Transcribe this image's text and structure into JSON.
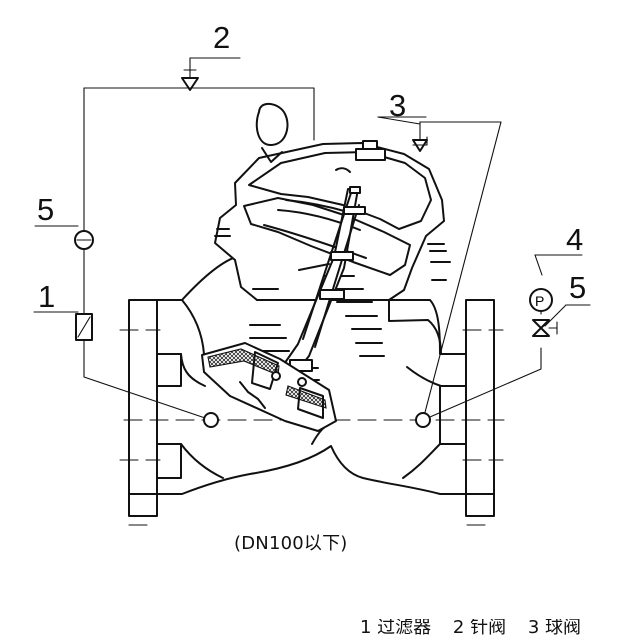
{
  "diagram": {
    "callouts": [
      "2",
      "3",
      "5",
      "1",
      "4",
      "5"
    ],
    "caption": "(DN100以下)",
    "legend": [
      "1 过滤器",
      "2 针阀",
      "3 球阀"
    ]
  }
}
